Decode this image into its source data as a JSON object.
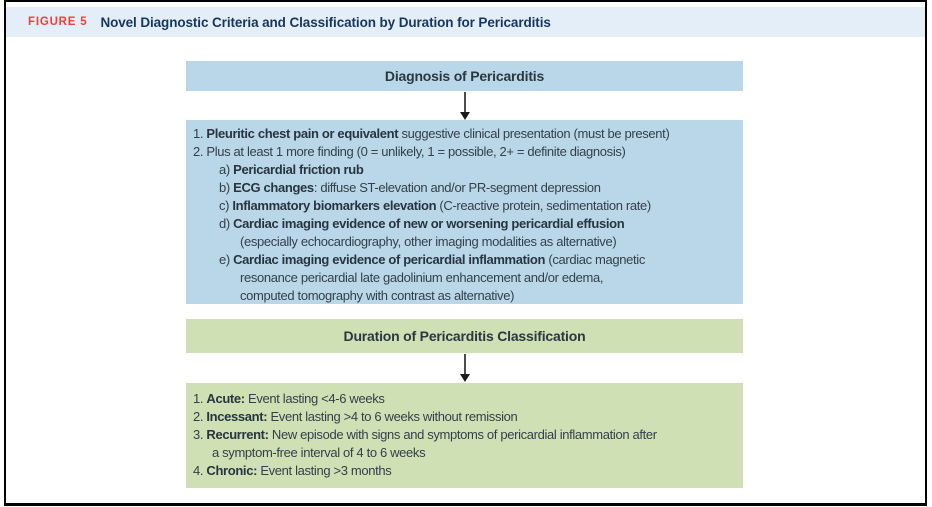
{
  "header": {
    "label": "FIGURE 5",
    "title": "Novel Diagnostic Criteria and Classification by Duration for Pericarditis"
  },
  "diagnosis": {
    "header": "Diagnosis of Pericarditis",
    "lines": [
      {
        "pre": "1. ",
        "bold": "Pleuritic chest pain or equivalent",
        "rest": " suggestive clinical presentation (must be present)"
      },
      {
        "pre": "2. Plus at least 1 more finding (0 = unlikely, 1 = possible, 2+ = definite diagnosis)"
      },
      {
        "pre": "a) ",
        "bold": "Pericardial friction rub"
      },
      {
        "pre": "b) ",
        "bold": "ECG changes",
        "rest": ": diffuse ST-elevation and/or PR-segment depression"
      },
      {
        "pre": "c) ",
        "bold": "Inflammatory biomarkers elevation",
        "rest": " (C-reactive protein, sedimentation rate)"
      },
      {
        "pre": "d) ",
        "bold": "Cardiac imaging evidence of new or worsening pericardial effusion"
      },
      {
        "pre": "(especially echocardiography, other imaging modalities as alternative)"
      },
      {
        "pre": "e) ",
        "bold": "Cardiac imaging evidence of pericardial inflammation",
        "rest": " (cardiac magnetic"
      },
      {
        "pre": "resonance pericardial late gadolinium enhancement and/or edema,"
      },
      {
        "pre": "computed tomography with contrast as alternative)"
      }
    ]
  },
  "duration": {
    "header": "Duration of Pericarditis Classification",
    "lines": [
      {
        "pre": "1. ",
        "bold": "Acute:",
        "rest": " Event lasting <4-6 weeks"
      },
      {
        "pre": "2. ",
        "bold": "Incessant:",
        "rest": " Event lasting >4 to 6 weeks without remission"
      },
      {
        "pre": "3. ",
        "bold": "Recurrent:",
        "rest": " New episode with signs and symptoms of pericardial inflammation after"
      },
      {
        "pre": "a symptom-free interval of 4 to 6 weeks"
      },
      {
        "pre": "4. ",
        "bold": "Chronic:",
        "rest": " Event lasting >3 months"
      }
    ]
  },
  "colors": {
    "caption_bar_bg": "#e4eef8",
    "figure_label_red": "#ee4137",
    "figure_title_navy": "#17365e",
    "blue_box": "#bad7e9",
    "green_box": "#cfe0b5",
    "text_color": "#333f4a",
    "frame_border": "#000000",
    "arrow_color": "#4d4d4d"
  }
}
